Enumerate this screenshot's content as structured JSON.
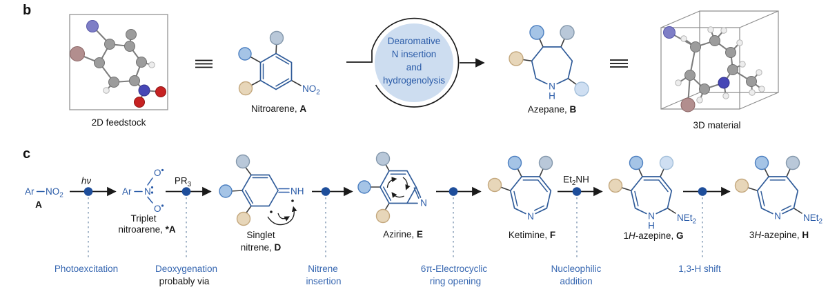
{
  "colors": {
    "bond": "#2f5b99",
    "textblue": "#2a5ba8",
    "step": "#3767b1",
    "navy": "#1e4e9b",
    "cyclefill": "#cdddf0",
    "dashc": "#7e96b2"
  },
  "captions": {
    "b": "b",
    "c": "c",
    "feedstock": "2D feedstock",
    "material": "3D material",
    "nitroarene": {
      "t": "Nitroarene, ",
      "tag": "A"
    },
    "azepane": {
      "t": "Azepane, ",
      "tag": "B"
    },
    "cycle": {
      "l1": "Dearomative",
      "l2": "N insertion",
      "l3": "and",
      "l4": "hydrogenolysis"
    },
    "start_tag": "A",
    "triplet": {
      "l1": "Triplet",
      "l2": "nitroarene, ",
      "tag": "*A"
    },
    "singlet": {
      "l1": "Singlet",
      "l2": "nitrene, ",
      "tag": "D"
    },
    "azirine": {
      "t": "Azirine, ",
      "tag": "E"
    },
    "ketimine": {
      "t": "Ketimine, ",
      "tag": "F"
    },
    "azepine1": {
      "p": "1",
      "h": "H",
      "t": "-azepine, ",
      "tag": "G"
    },
    "azepine3": {
      "p": "3",
      "h": "H",
      "t": "-azepine, ",
      "tag": "H"
    }
  },
  "steps": {
    "s1": {
      "l1": "Photoexcitation"
    },
    "s2": {
      "l1": "Deoxygenation",
      "l2": "probably via"
    },
    "s3": {
      "l1": "Nitrene",
      "l2": "insertion"
    },
    "s4": {
      "l1": "6π-Electrocyclic",
      "l2": "ring opening"
    },
    "s5": {
      "l1": "Nucleophilic",
      "l2": "addition"
    },
    "s6": {
      "l1": "1,3-H shift"
    }
  },
  "formulas": {
    "ar": "Ar",
    "no2": {
      "m": "NO",
      "s": "2"
    },
    "hnu": "hν",
    "pr3": {
      "m": "PR",
      "s": "3"
    },
    "et2nh": {
      "a": "Et",
      "s": "2",
      "b": "NH"
    },
    "net2": {
      "m": "NEt",
      "s": "2"
    },
    "n": "N",
    "h": "H",
    "nh": "NH",
    "o": "O"
  }
}
